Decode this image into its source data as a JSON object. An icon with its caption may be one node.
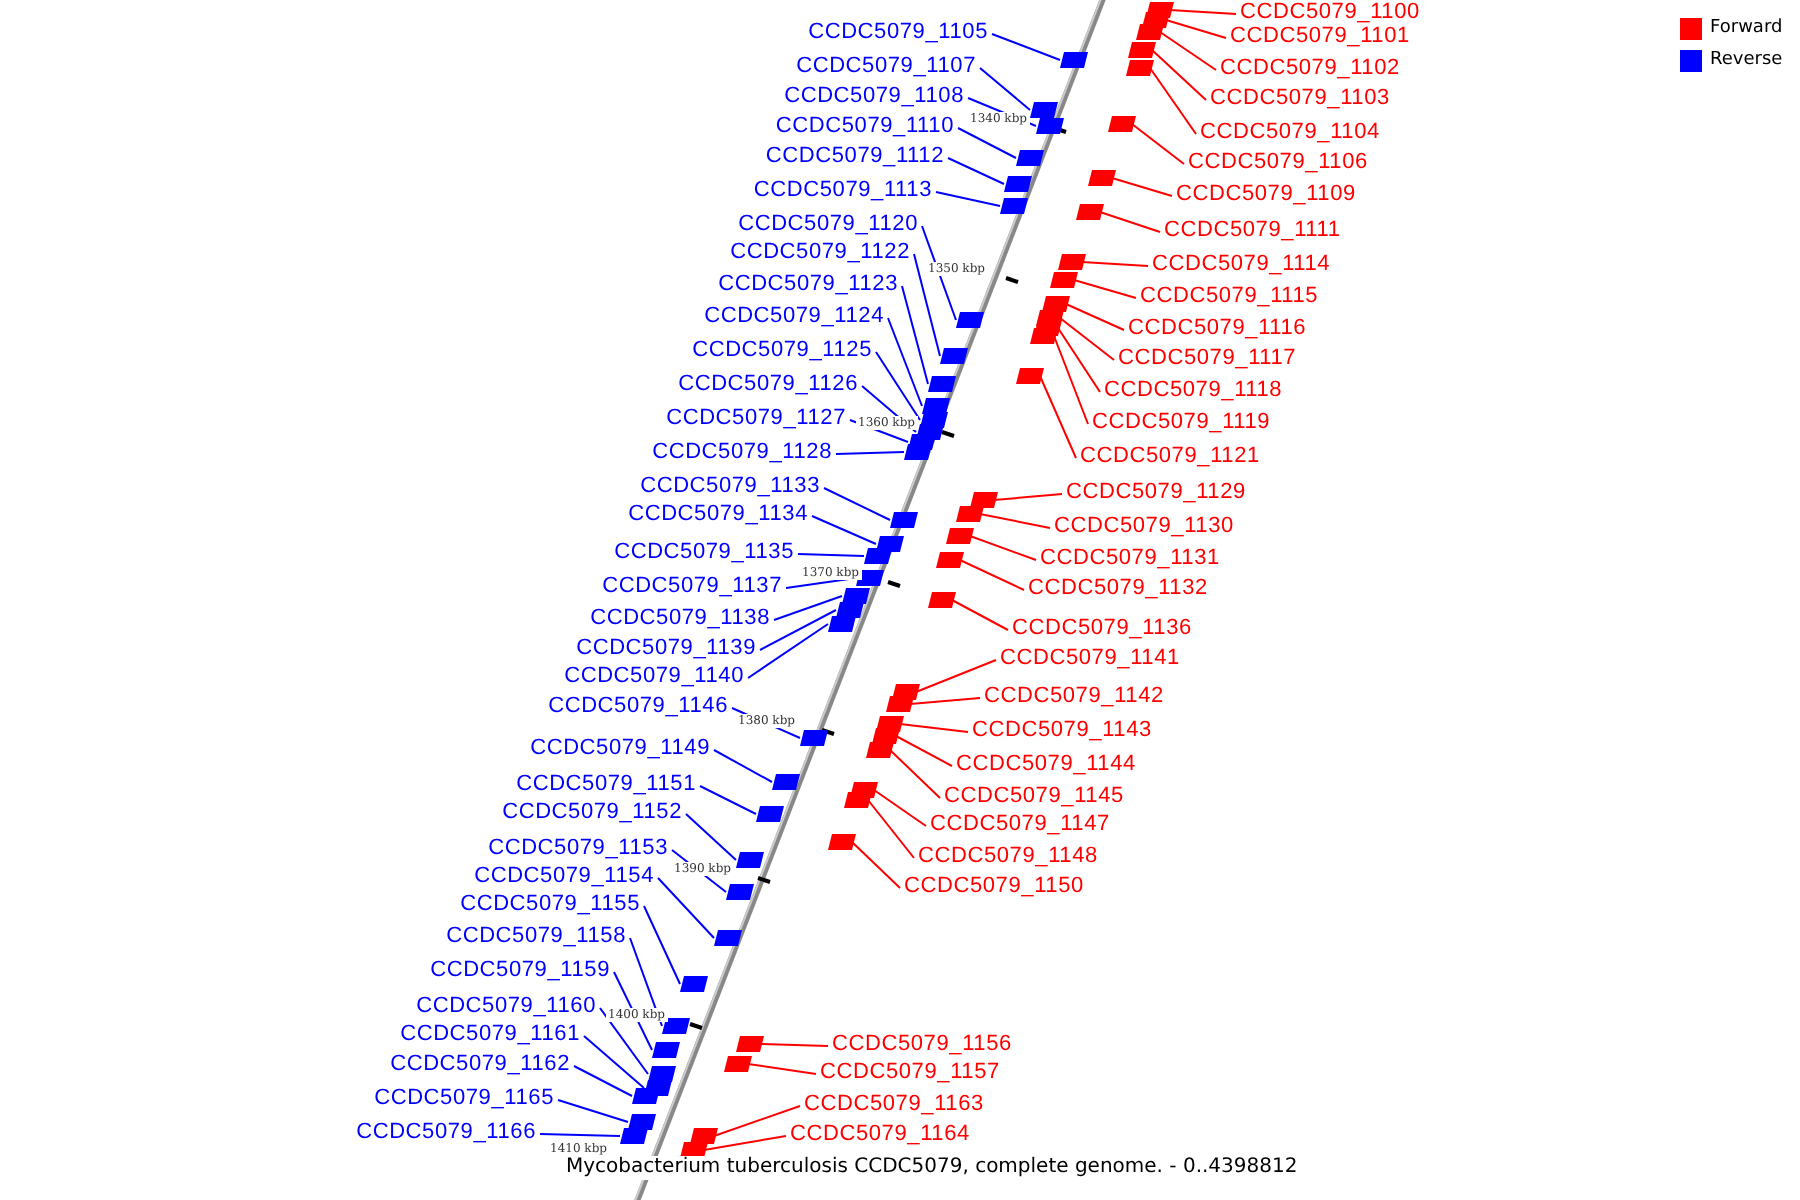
{
  "diagram": {
    "caption": "Mycobacterium tuberculosis CCDC5079, complete genome. - 0..4398812",
    "nodes": [
      {
        "text": [
          "CCDC5079_1105"
        ]
      },
      {
        "text": [
          "CCDC5079_1107"
        ]
      },
      {
        "text": [
          "CCDC5079_1108"
        ]
      },
      {
        "text": [
          "CCDC5079_1110"
        ]
      },
      {
        "text": [
          "CCDC5079_1112"
        ]
      },
      {
        "text": [
          "CCDC5079_1113"
        ]
      },
      {
        "text": [
          "CCDC5079_1120"
        ]
      },
      {
        "text": [
          "CCDC5079_1122"
        ]
      },
      {
        "text": [
          "CCDC5079_1123"
        ]
      },
      {
        "text": [
          "CCDC5079_1124"
        ]
      },
      {
        "text": [
          "CCDC5079_1125"
        ]
      },
      {
        "text": [
          "CCDC5079_1126"
        ]
      },
      {
        "text": [
          "CCDC5079_1127"
        ]
      },
      {
        "text": [
          "CCDC5079_1128"
        ]
      },
      {
        "text": [
          "CCDC5079_1133"
        ]
      },
      {
        "text": [
          "CCDC5079_1134"
        ]
      },
      {
        "text": [
          "CCDC5079_1135"
        ]
      },
      {
        "text": [
          "CCDC5079_1137"
        ]
      },
      {
        "text": [
          "CCDC5079_1138"
        ]
      },
      {
        "text": [
          "CCDC5079_1139"
        ]
      },
      {
        "text": [
          "CCDC5079_1140"
        ]
      },
      {
        "text": [
          "CCDC5079_1146"
        ]
      },
      {
        "text": [
          "CCDC5079_1149"
        ]
      },
      {
        "text": [
          "CCDC5079_1151"
        ]
      },
      {
        "text": [
          "CCDC5079_1152"
        ]
      },
      {
        "text": [
          "CCDC5079_1153"
        ]
      },
      {
        "text": [
          "CCDC5079_1154"
        ]
      },
      {
        "text": [
          "CCDC5079_1155"
        ]
      },
      {
        "text": [
          "CCDC5079_1158"
        ]
      },
      {
        "text": [
          "CCDC5079_1159"
        ]
      },
      {
        "text": [
          "CCDC5079_1160"
        ]
      },
      {
        "text": [
          "CCDC5079_1161"
        ]
      },
      {
        "text": [
          "CCDC5079_1162"
        ]
      },
      {
        "text": [
          "CCDC5079_1165"
        ]
      },
      {
        "text": [
          "CCDC5079_1166"
        ]
      },
      {
        "text": [
          "CCDC5079_1100"
        ]
      },
      {
        "text": [
          "CCDC5079_1101"
        ]
      },
      {
        "text": [
          "CCDC5079_1102"
        ]
      },
      {
        "text": [
          "CCDC5079_1103"
        ]
      },
      {
        "text": [
          "CCDC5079_1104"
        ]
      },
      {
        "text": [
          "CCDC5079_1106"
        ]
      },
      {
        "text": [
          "CCDC5079_1109"
        ]
      },
      {
        "text": [
          "CCDC5079_1111"
        ]
      },
      {
        "text": [
          "CCDC5079_1114"
        ]
      },
      {
        "text": [
          "CCDC5079_1115"
        ]
      },
      {
        "text": [
          "CCDC5079_1116"
        ]
      },
      {
        "text": [
          "CCDC5079_1117"
        ]
      },
      {
        "text": [
          "CCDC5079_1118"
        ]
      },
      {
        "text": [
          "CCDC5079_1119"
        ]
      },
      {
        "text": [
          "CCDC5079_1121"
        ]
      },
      {
        "text": [
          "CCDC5079_1129"
        ]
      },
      {
        "text": [
          "CCDC5079_1130"
        ]
      },
      {
        "text": [
          "CCDC5079_1131"
        ]
      },
      {
        "text": [
          "CCDC5079_1132"
        ]
      },
      {
        "text": [
          "CCDC5079_1136"
        ]
      },
      {
        "text": [
          "CCDC5079_1141"
        ]
      },
      {
        "text": [
          "CCDC5079_1142"
        ]
      },
      {
        "text": [
          "CCDC5079_1143"
        ]
      },
      {
        "text": [
          "CCDC5079_1144"
        ]
      },
      {
        "text": [
          "CCDC5079_1145"
        ]
      },
      {
        "text": [
          "CCDC5079_1147"
        ]
      },
      {
        "text": [
          "CCDC5079_1148"
        ]
      },
      {
        "text": [
          "CCDC5079_1150"
        ]
      },
      {
        "text": [
          "CCDC5079_1156"
        ]
      },
      {
        "text": [
          "CCDC5079_1157"
        ]
      },
      {
        "text": [
          "CCDC5079_1163"
        ]
      },
      {
        "text": [
          "CCDC5079_1164"
        ]
      },
      {
        "text": [],
        "shape": "bar"
      },
      {
        "text": [],
        "shape": "bar"
      },
      {
        "text": [],
        "shape": "bar"
      },
      {
        "text": [],
        "shape": "bar"
      },
      {
        "text": [],
        "shape": "bar"
      },
      {
        "text": [],
        "shape": "bar"
      },
      {
        "text": [],
        "shape": "bar"
      },
      {
        "text": [],
        "shape": "bar"
      },
      {
        "text": [],
        "shape": "bar"
      },
      {
        "text": [],
        "shape": "bar"
      },
      {
        "text": [],
        "shape": "bar"
      },
      {
        "text": [],
        "shape": "bar"
      },
      {
        "text": [],
        "shape": "bar"
      },
      {
        "text": [],
        "shape": "bar"
      },
      {
        "text": [],
        "shape": "bar"
      },
      {
        "text": [],
        "shape": "bar"
      },
      {
        "text": [],
        "shape": "bar"
      },
      {
        "text": [],
        "shape": "bar"
      },
      {
        "text": [],
        "shape": "bar"
      },
      {
        "text": [],
        "shape": "bar"
      },
      {
        "text": [],
        "shape": "bar"
      },
      {
        "text": [],
        "shape": "bar"
      },
      {
        "text": [],
        "shape": "bar"
      },
      {
        "text": [],
        "shape": "bar"
      },
      {
        "text": [],
        "shape": "bar"
      },
      {
        "text": [],
        "shape": "bar"
      },
      {
        "text": [],
        "shape": "bar"
      },
      {
        "text": [],
        "shape": "bar"
      },
      {
        "text": [],
        "shape": "bar"
      },
      {
        "text": [],
        "shape": "bar"
      },
      {
        "text": [],
        "shape": "bar"
      },
      {
        "text": [],
        "shape": "bar"
      },
      {
        "text": [],
        "shape": "bar"
      },
      {
        "text": [],
        "shape": "bar"
      },
      {
        "text": [],
        "shape": "bar"
      },
      {
        "text": [],
        "shape": "bar"
      },
      {
        "text": [],
        "shape": "bar"
      },
      {
        "text": [],
        "shape": "bar"
      },
      {
        "text": [],
        "shape": "bar"
      },
      {
        "text": [],
        "shape": "bar"
      },
      {
        "text": [],
        "shape": "bar"
      },
      {
        "text": [],
        "shape": "bar"
      },
      {
        "text": [],
        "shape": "bar"
      },
      {
        "text": [],
        "shape": "bar"
      },
      {
        "text": [],
        "shape": "bar"
      },
      {
        "text": [],
        "shape": "bar"
      },
      {
        "text": [],
        "shape": "bar"
      },
      {
        "text": [],
        "shape": "bar"
      },
      {
        "text": [],
        "shape": "bar"
      },
      {
        "text": [],
        "shape": "bar"
      },
      {
        "text": [],
        "shape": "bar"
      },
      {
        "text": [],
        "shape": "bar"
      },
      {
        "text": [],
        "shape": "bar"
      },
      {
        "text": [],
        "shape": "bar"
      },
      {
        "text": [],
        "shape": "bar"
      },
      {
        "text": [],
        "shape": "bar"
      },
      {
        "text": [],
        "shape": "bar"
      },
      {
        "text": [],
        "shape": "bar"
      },
      {
        "text": [],
        "shape": "bar"
      },
      {
        "text": [],
        "shape": "bar"
      },
      {
        "text": [],
        "shape": "bar"
      },
      {
        "text": [],
        "shape": "bar"
      },
      {
        "text": [],
        "shape": "bar"
      },
      {
        "text": [],
        "shape": "bar"
      },
      {
        "text": [],
        "shape": "bar"
      },
      {
        "text": [],
        "shape": "bar"
      },
      {
        "text": [],
        "shape": "bar"
      }
    ],
    "edges": [
      {
        "from": 0,
        "to": 67,
        "arrow": "none",
        "color": "#0000ff"
      },
      {
        "from": 1,
        "to": 68,
        "arrow": "none",
        "color": "#0000ff"
      },
      {
        "from": 2,
        "to": 69,
        "arrow": "none",
        "color": "#0000ff"
      },
      {
        "from": 3,
        "to": 70,
        "arrow": "none",
        "color": "#0000ff"
      },
      {
        "from": 4,
        "to": 71,
        "arrow": "none",
        "color": "#0000ff"
      },
      {
        "from": 5,
        "to": 72,
        "arrow": "none",
        "color": "#0000ff"
      },
      {
        "from": 6,
        "to": 73,
        "arrow": "none",
        "color": "#0000ff"
      },
      {
        "from": 7,
        "to": 74,
        "arrow": "none",
        "color": "#0000ff"
      },
      {
        "from": 8,
        "to": 75,
        "arrow": "none",
        "color": "#0000ff"
      },
      {
        "from": 9,
        "to": 76,
        "arrow": "none",
        "color": "#0000ff"
      },
      {
        "from": 10,
        "to": 77,
        "arrow": "none",
        "color": "#0000ff"
      },
      {
        "from": 11,
        "to": 78,
        "arrow": "none",
        "color": "#0000ff"
      },
      {
        "from": 12,
        "to": 79,
        "arrow": "none",
        "color": "#0000ff"
      },
      {
        "from": 13,
        "to": 80,
        "arrow": "none",
        "color": "#0000ff"
      },
      {
        "from": 14,
        "to": 81,
        "arrow": "none",
        "color": "#0000ff"
      },
      {
        "from": 15,
        "to": 82,
        "arrow": "none",
        "color": "#0000ff"
      },
      {
        "from": 16,
        "to": 83,
        "arrow": "none",
        "color": "#0000ff"
      },
      {
        "from": 17,
        "to": 84,
        "arrow": "none",
        "color": "#0000ff"
      },
      {
        "from": 18,
        "to": 85,
        "arrow": "none",
        "color": "#0000ff"
      },
      {
        "from": 19,
        "to": 86,
        "arrow": "none",
        "color": "#0000ff"
      },
      {
        "from": 20,
        "to": 87,
        "arrow": "none",
        "color": "#0000ff"
      },
      {
        "from": 21,
        "to": 88,
        "arrow": "none",
        "color": "#0000ff"
      },
      {
        "from": 22,
        "to": 89,
        "arrow": "none",
        "color": "#0000ff"
      },
      {
        "from": 23,
        "to": 90,
        "arrow": "none",
        "color": "#0000ff"
      },
      {
        "from": 24,
        "to": 91,
        "arrow": "none",
        "color": "#0000ff"
      },
      {
        "from": 25,
        "to": 92,
        "arrow": "none",
        "color": "#0000ff"
      },
      {
        "from": 26,
        "to": 93,
        "arrow": "none",
        "color": "#0000ff"
      },
      {
        "from": 27,
        "to": 94,
        "arrow": "none",
        "color": "#0000ff"
      },
      {
        "from": 28,
        "to": 95,
        "arrow": "none",
        "color": "#0000ff"
      },
      {
        "from": 29,
        "to": 96,
        "arrow": "none",
        "color": "#0000ff"
      },
      {
        "from": 30,
        "to": 97,
        "arrow": "none",
        "color": "#0000ff"
      },
      {
        "from": 31,
        "to": 98,
        "arrow": "none",
        "color": "#0000ff"
      },
      {
        "from": 32,
        "to": 99,
        "arrow": "none",
        "color": "#0000ff"
      },
      {
        "from": 33,
        "to": 100,
        "arrow": "none",
        "color": "#0000ff"
      },
      {
        "from": 34,
        "to": 101,
        "arrow": "none",
        "color": "#0000ff"
      },
      {
        "from": 35,
        "to": 102,
        "arrow": "none",
        "color": "#ff0000"
      },
      {
        "from": 36,
        "to": 103,
        "arrow": "none",
        "color": "#ff0000"
      },
      {
        "from": 37,
        "to": 104,
        "arrow": "none",
        "color": "#ff0000"
      },
      {
        "from": 38,
        "to": 105,
        "arrow": "none",
        "color": "#ff0000"
      },
      {
        "from": 39,
        "to": 106,
        "arrow": "none",
        "color": "#ff0000"
      },
      {
        "from": 40,
        "to": 107,
        "arrow": "none",
        "color": "#ff0000"
      },
      {
        "from": 41,
        "to": 108,
        "arrow": "none",
        "color": "#ff0000"
      },
      {
        "from": 42,
        "to": 109,
        "arrow": "none",
        "color": "#ff0000"
      },
      {
        "from": 43,
        "to": 110,
        "arrow": "none",
        "color": "#ff0000"
      },
      {
        "from": 44,
        "to": 111,
        "arrow": "none",
        "color": "#ff0000"
      },
      {
        "from": 45,
        "to": 112,
        "arrow": "none",
        "color": "#ff0000"
      },
      {
        "from": 46,
        "to": 113,
        "arrow": "none",
        "color": "#ff0000"
      },
      {
        "from": 47,
        "to": 114,
        "arrow": "none",
        "color": "#ff0000"
      },
      {
        "from": 48,
        "to": 115,
        "arrow": "none",
        "color": "#ff0000"
      },
      {
        "from": 49,
        "to": 116,
        "arrow": "none",
        "color": "#ff0000"
      },
      {
        "from": 50,
        "to": 117,
        "arrow": "none",
        "color": "#ff0000"
      },
      {
        "from": 51,
        "to": 118,
        "arrow": "none",
        "color": "#ff0000"
      },
      {
        "from": 52,
        "to": 119,
        "arrow": "none",
        "color": "#ff0000"
      },
      {
        "from": 53,
        "to": 120,
        "arrow": "none",
        "color": "#ff0000"
      },
      {
        "from": 54,
        "to": 121,
        "arrow": "none",
        "color": "#ff0000"
      },
      {
        "from": 55,
        "to": 122,
        "arrow": "none",
        "color": "#ff0000"
      },
      {
        "from": 56,
        "to": 123,
        "arrow": "none",
        "color": "#ff0000"
      },
      {
        "from": 57,
        "to": 124,
        "arrow": "none",
        "color": "#ff0000"
      },
      {
        "from": 58,
        "to": 125,
        "arrow": "none",
        "color": "#ff0000"
      },
      {
        "from": 59,
        "to": 126,
        "arrow": "none",
        "color": "#ff0000"
      },
      {
        "from": 60,
        "to": 127,
        "arrow": "none",
        "color": "#ff0000"
      },
      {
        "from": 61,
        "to": 128,
        "arrow": "none",
        "color": "#ff0000"
      },
      {
        "from": 62,
        "to": 129,
        "arrow": "none",
        "color": "#ff0000"
      },
      {
        "from": 63,
        "to": 130,
        "arrow": "none",
        "color": "#ff0000"
      },
      {
        "from": 64,
        "to": 131,
        "arrow": "none",
        "color": "#ff0000"
      },
      {
        "from": 65,
        "to": 132,
        "arrow": "none",
        "color": "#ff0000"
      },
      {
        "from": 66,
        "to": 133,
        "arrow": "none",
        "color": "#ff0000"
      }
    ],
    "labels": [
      "1340 kbp",
      "1350 kbp",
      "1360 kbp",
      "1370 kbp",
      "1380 kbp",
      "1390 kbp",
      "1400 kbp",
      "1410 kbp"
    ],
    "legend": [
      {
        "text": "Forward",
        "color": "#ff0000"
      },
      {
        "text": "Reverse",
        "color": "#0000ff"
      }
    ]
  }
}
